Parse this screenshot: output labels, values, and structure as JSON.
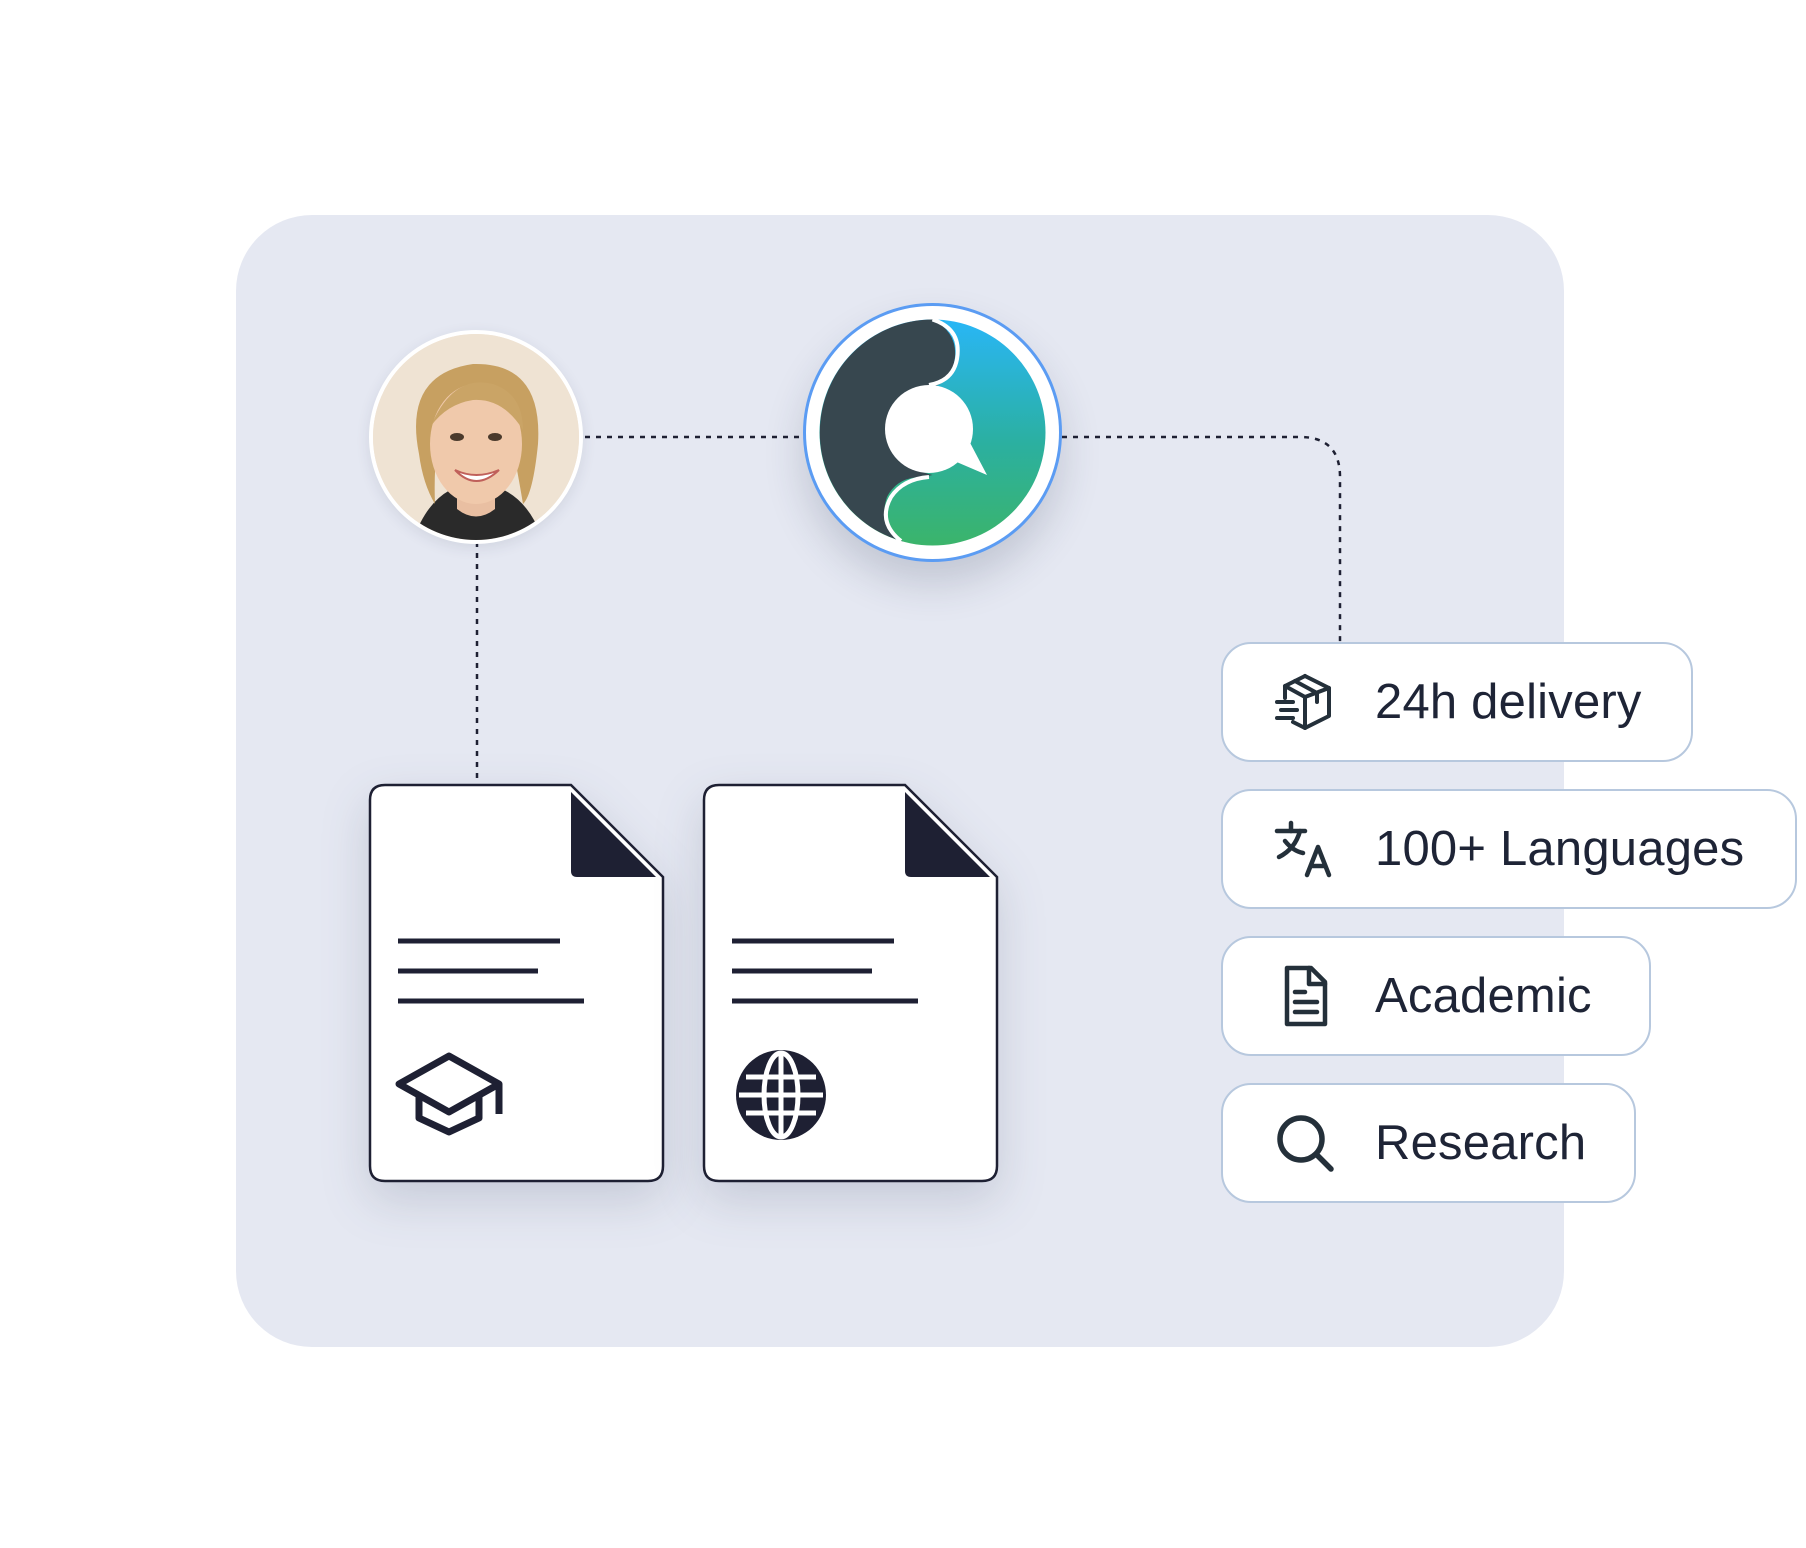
{
  "colors": {
    "panel": "#e5e8f2",
    "ink": "#1e2033",
    "pill_border": "#b7c8de",
    "logo_ring": "#5b9cf3",
    "logo_dark": "#37474f",
    "logo_blue": "#29b6f6",
    "logo_green": "#3bb46b"
  },
  "documents": [
    {
      "icon": "graduation-cap-icon"
    },
    {
      "icon": "globe-icon"
    }
  ],
  "features": [
    {
      "label": "24h delivery",
      "icon": "fast-delivery-box-icon"
    },
    {
      "label": "100+ Languages",
      "icon": "translate-icon"
    },
    {
      "label": "Academic",
      "icon": "document-icon"
    },
    {
      "label": "Research",
      "icon": "search-icon"
    }
  ]
}
